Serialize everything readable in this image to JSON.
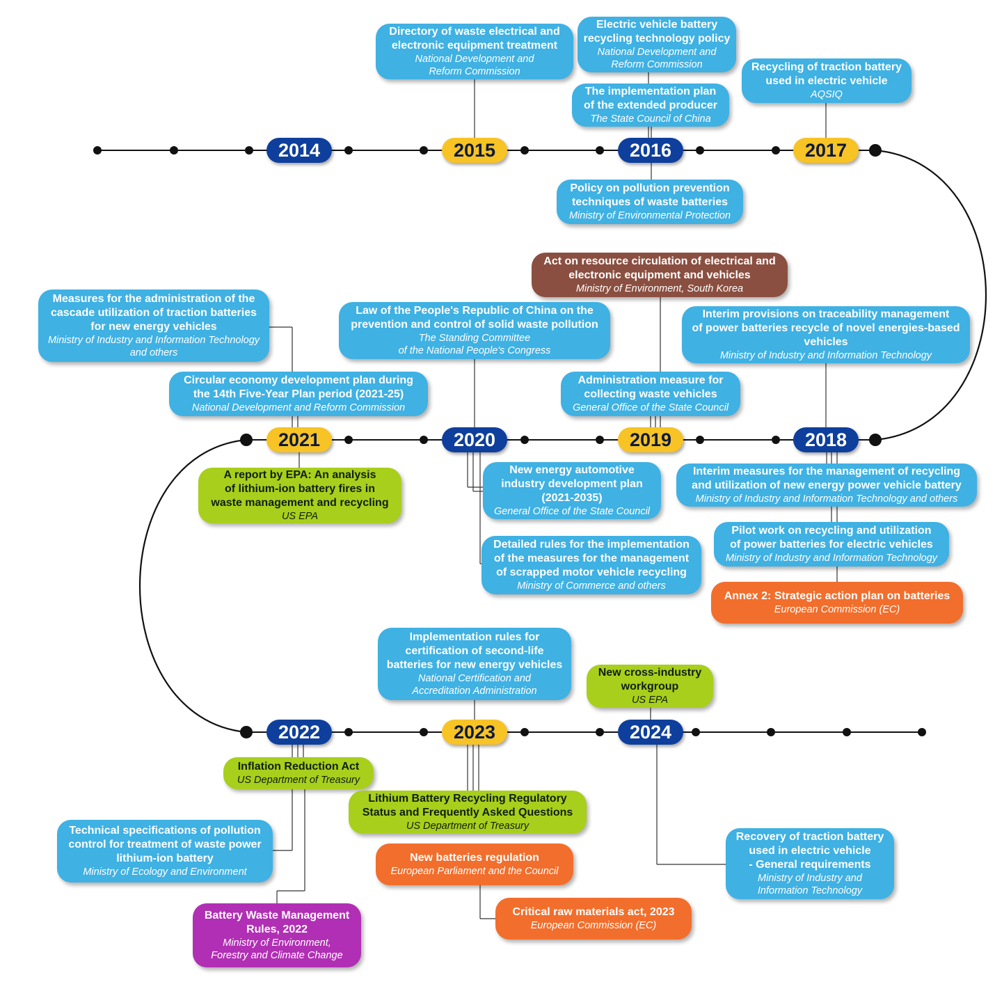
{
  "years": {
    "y2014": "2014",
    "y2015": "2015",
    "y2016": "2016",
    "y2017": "2017",
    "y2018": "2018",
    "y2019": "2019",
    "y2020": "2020",
    "y2021": "2021",
    "y2022": "2022",
    "y2023": "2023",
    "y2024": "2024"
  },
  "events": {
    "e2015_weee": {
      "title": "Directory of waste electrical and\nelectronic equipment treatment",
      "source": "National Development and\nReform Commission"
    },
    "e2016_evpolicy": {
      "title": "Electric vehicle battery\nrecycling technology policy",
      "source": "National Development and\nReform Commission"
    },
    "e2016_epr": {
      "title": "The implementation plan\nof the extended producer",
      "source": "The State Council of China"
    },
    "e2017_aqsiq": {
      "title": "Recycling of traction battery\nused in electric vehicle",
      "source": "AQSIQ"
    },
    "e2016_pollution": {
      "title": "Policy on pollution prevention\ntechniques of waste batteries",
      "source": "Ministry of Environmental Protection"
    },
    "e2019_korea": {
      "title": "Act on resource circulation of electrical and\nelectronic equipment and vehicles",
      "source": "Ministry of Environment, South Korea"
    },
    "e2021_cascade": {
      "title": "Measures for the administration of the\ncascade utilization of traction batteries\nfor new energy vehicles",
      "source": "Ministry of Industry and Information Technology\nand others"
    },
    "e2020_law": {
      "title": "Law of the People's Republic of China on the\nprevention and control of solid waste pollution",
      "source": "The Standing Committee\nof the National People's Congress"
    },
    "e2018_trace": {
      "title": "Interim provisions on traceability management\nof power batteries recycle of novel energies-based\nvehicles",
      "source": "Ministry of Industry and Information Technology"
    },
    "e2021_circular": {
      "title": "Circular economy development plan during\nthe 14th Five-Year Plan period (2021-25)",
      "source": "National Development and Reform Commission"
    },
    "e2019_admin": {
      "title": "Administration measure for\ncollecting waste vehicles",
      "source": "General Office of the State Council"
    },
    "e2021_epa": {
      "title": "A report by EPA: An analysis\nof lithium-ion battery fires in\nwaste management and recycling",
      "source": "US EPA"
    },
    "e2020_nev": {
      "title": "New energy automotive\nindustry development plan\n(2021-2035)",
      "source": "General Office of the State Council"
    },
    "e2018_interim": {
      "title": "Interim measures for the management of recycling\nand utilization of new energy power vehicle battery",
      "source": "Ministry of Industry and Information Technology and others"
    },
    "e2018_pilot": {
      "title": "Pilot work on recycling and utilization\nof power batteries for electric vehicles",
      "source": "Ministry of Industry and Information Technology"
    },
    "e2020_scrapped": {
      "title": "Detailed rules for the implementation\nof the measures for the management\nof scrapped motor vehicle recycling",
      "source": "Ministry of Commerce and others"
    },
    "e2018_annex": {
      "title": "Annex 2: Strategic action plan on batteries",
      "source": "European Commission (EC)"
    },
    "e2023_cert": {
      "title": "Implementation rules for\ncertification of second-life\nbatteries for new energy vehicles",
      "source": "National Certification and\nAccreditation Administration"
    },
    "e2024_workgroup": {
      "title": "New cross-industry\nworkgroup",
      "source": "US EPA"
    },
    "e2022_ira": {
      "title": "Inflation Reduction Act",
      "source": "US Department of Treasury"
    },
    "e2023_lithium": {
      "title": "Lithium Battery Recycling Regulatory\nStatus and Frequently Asked Questions",
      "source": "US Department of Treasury"
    },
    "e2022_techspec": {
      "title": "Technical specifications of pollution\ncontrol for treatment of waste power\nlithium-ion battery",
      "source": "Ministry of Ecology and Environment"
    },
    "e2023_newbatt": {
      "title": "New batteries regulation",
      "source": "European Parliament and the Council"
    },
    "e2024_recovery": {
      "title": "Recovery of traction battery\nused in electric vehicle\n- General requirements",
      "source": "Ministry of Industry and\nInformation Technology"
    },
    "e2022_bwm": {
      "title": "Battery Waste Management\nRules, 2022",
      "source": "Ministry of Environment,\nForestry and Climate Change"
    },
    "e2023_crma": {
      "title": "Critical raw materials act, 2023",
      "source": "European Commission (EC)"
    }
  },
  "colors": {
    "year_blue": "#0e3f9c",
    "year_yellow": "#f7c325",
    "china": "#3fb1e3",
    "korea": "#8a4f40",
    "us": "#a8cf1c",
    "eu": "#f26e2c",
    "india": "#b12fb4"
  }
}
